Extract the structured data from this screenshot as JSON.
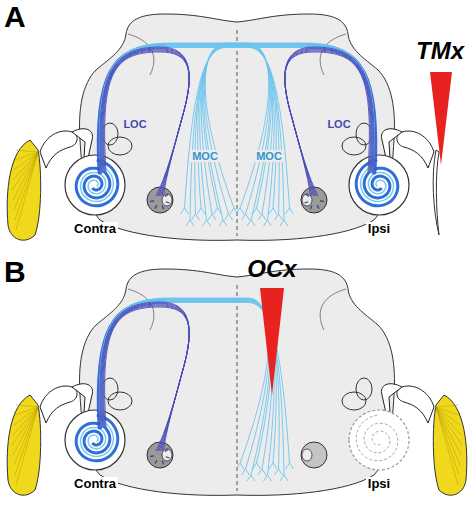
{
  "diagram": {
    "labels": [
      "A",
      "TMx",
      "LOC",
      "MOC",
      "MOC",
      "LOC",
      "Contra",
      "Ipsi",
      "B",
      "OCx",
      "Contra",
      "Ipsi"
    ]
  }
}
